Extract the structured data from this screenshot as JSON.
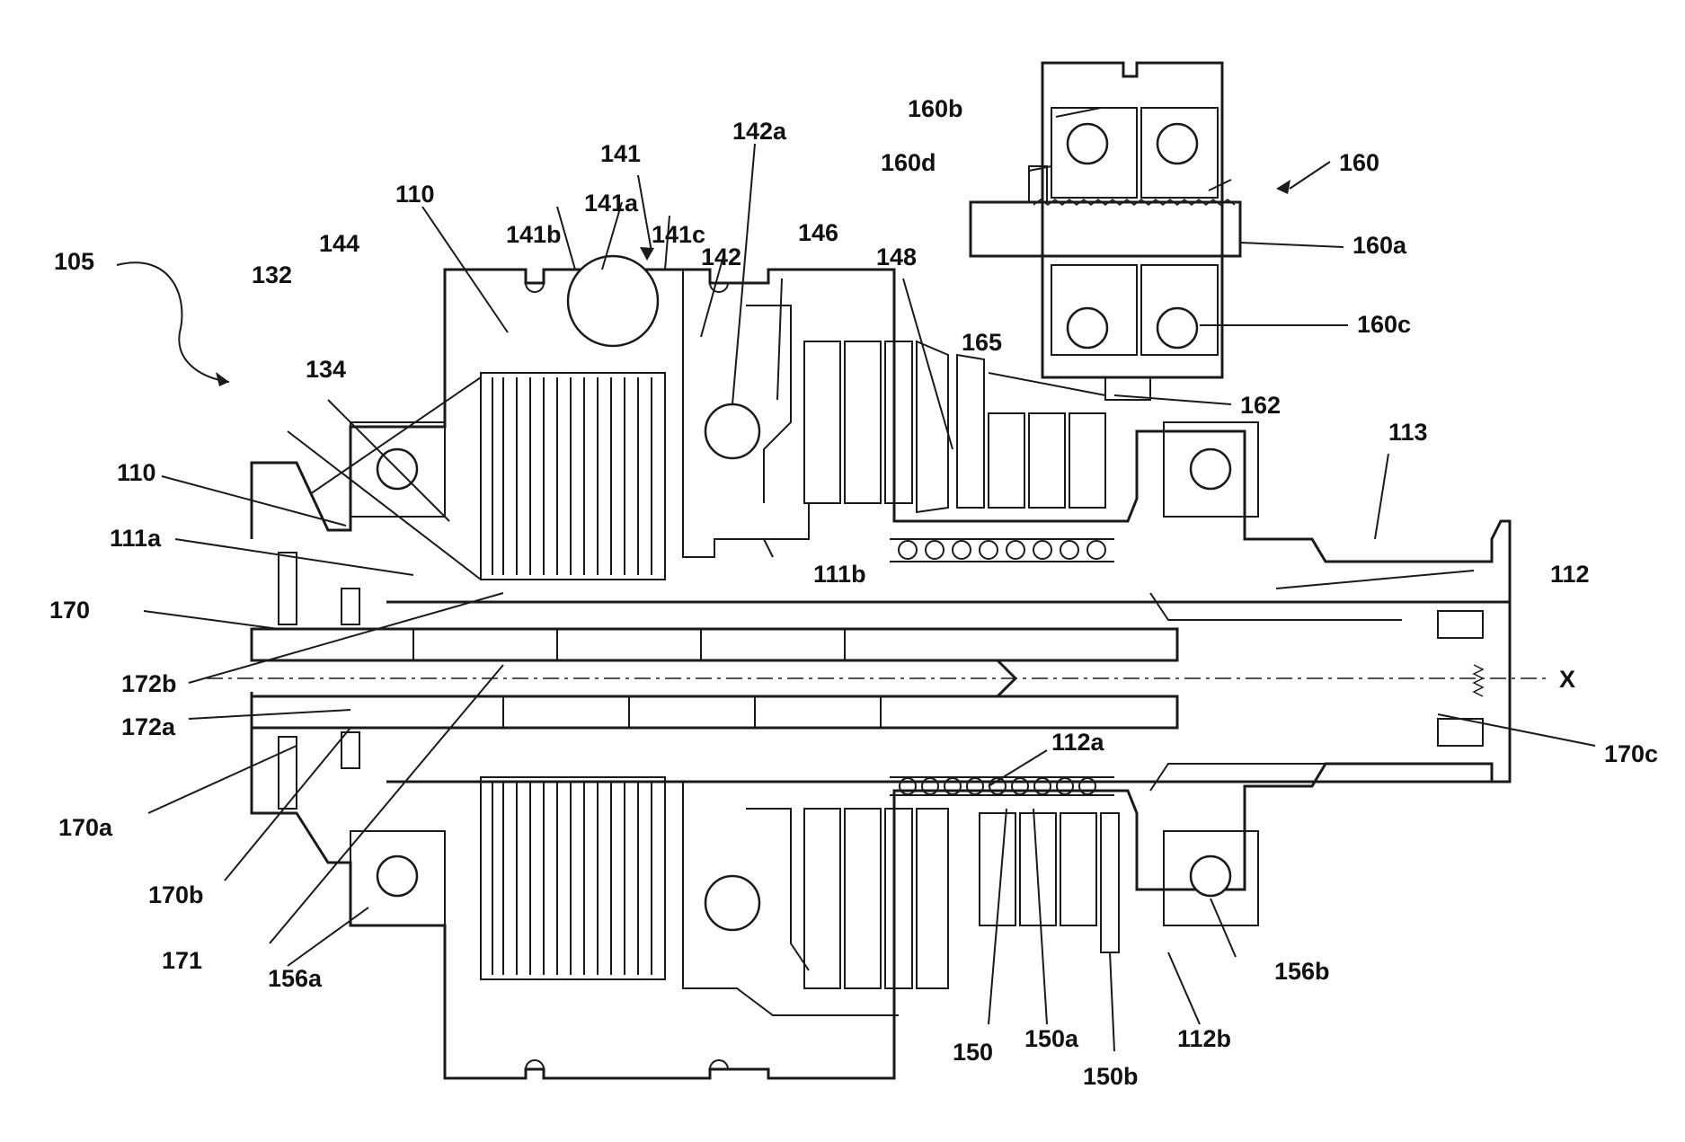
{
  "axis_label": "X",
  "labels": {
    "l105": "105",
    "l110a": "110",
    "l110b": "110",
    "l111a": "111a",
    "l111b": "111b",
    "l112": "112",
    "l112a": "112a",
    "l112b": "112b",
    "l113": "113",
    "l132": "132",
    "l134": "134",
    "l141": "141",
    "l141a": "141a",
    "l141b": "141b",
    "l141c": "141c",
    "l142": "142",
    "l142a": "142a",
    "l144": "144",
    "l146": "146",
    "l148": "148",
    "l150": "150",
    "l150a": "150a",
    "l150b": "150b",
    "l156a": "156a",
    "l156b": "156b",
    "l160": "160",
    "l160a": "160a",
    "l160b": "160b",
    "l160c": "160c",
    "l160d": "160d",
    "l162": "162",
    "l165": "165",
    "l170": "170",
    "l170a": "170a",
    "l170b": "170b",
    "l170c": "170c",
    "l171": "171",
    "l172a": "172a",
    "l172b": "172b"
  }
}
